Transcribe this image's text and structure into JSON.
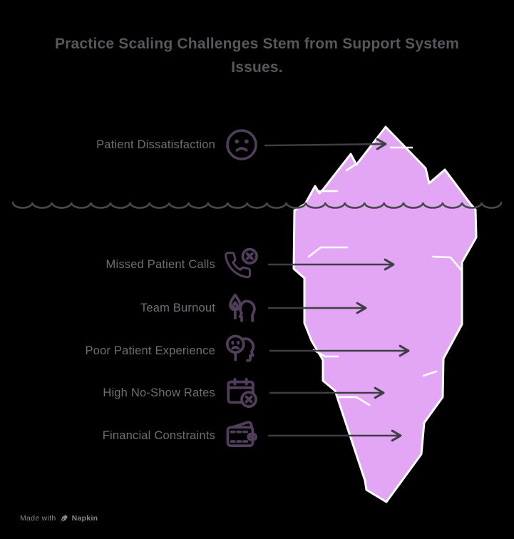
{
  "title": {
    "text": "Practice Scaling Challenges Stem from Support System Issues."
  },
  "items": [
    {
      "label": "Patient Dissatisfaction",
      "icon": "sad-face-icon"
    },
    {
      "label": "Missed Patient Calls",
      "icon": "phone-missed-icon"
    },
    {
      "label": "Team Burnout",
      "icon": "flame-head-icon"
    },
    {
      "label": "Poor Patient Experience",
      "icon": "sad-face-head-icon"
    },
    {
      "label": "High No-Show Rates",
      "icon": "calendar-x-icon"
    },
    {
      "label": "Financial Constraints",
      "icon": "wallet-icon"
    }
  ],
  "iceberg": {
    "above_water_item": "Patient Dissatisfaction",
    "below_water_items": 5
  },
  "watermark": {
    "made_with": "Made with",
    "brand": "Napkin",
    "icon": "pen-nib-icon"
  },
  "colors": {
    "bg": "#000000",
    "title-text": "#57585C",
    "label-text": "#6E6F74",
    "iceberg-fill": "#E2A6F5",
    "iceberg-outline": "#FFFFFF",
    "water-line": "#47484C",
    "arrow": "#3E3F43",
    "icon": "#503E5B",
    "watermark-text": "#86878B"
  }
}
